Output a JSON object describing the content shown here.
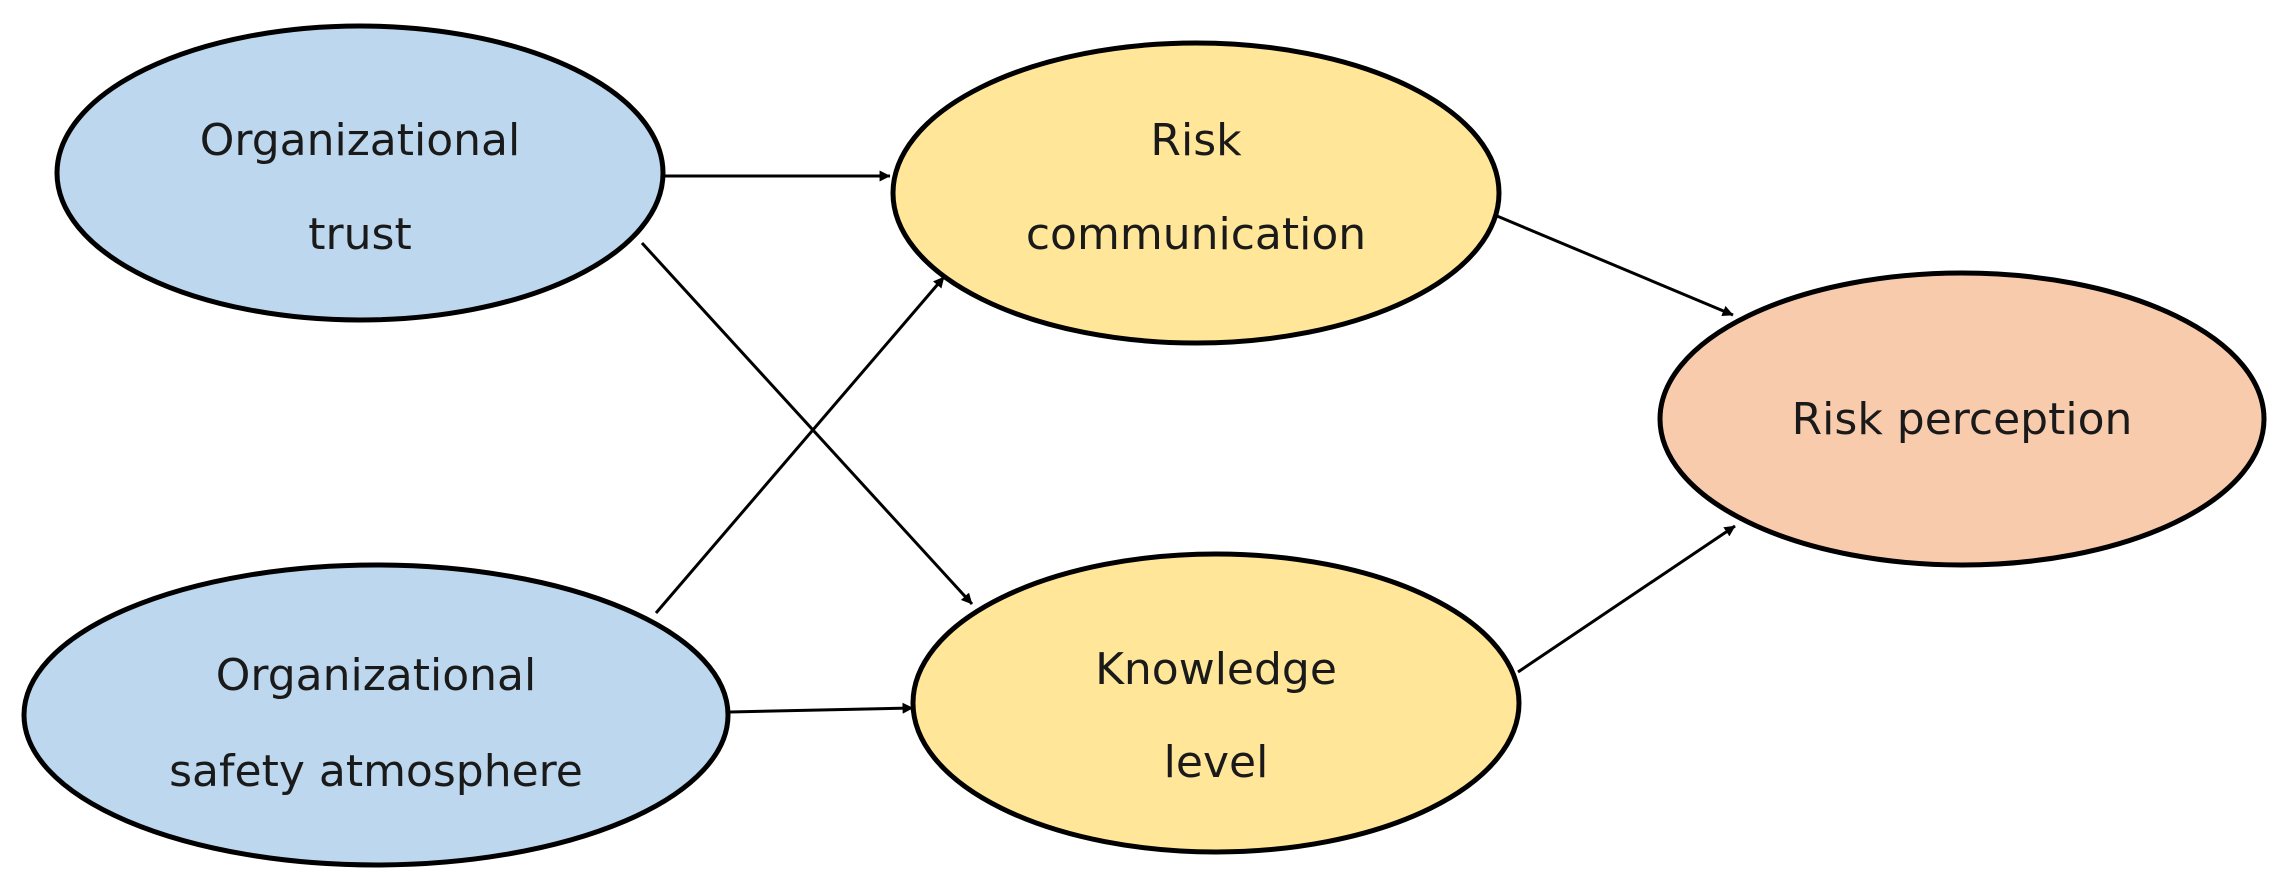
{
  "colors": {
    "antecedent": "#bdd7ee",
    "mediator": "#ffe699",
    "outcome": "#f8cbad",
    "outline": "#000000",
    "arrow": "#000000"
  },
  "nodes": {
    "organizational_trust": {
      "lines": [
        "Organizational",
        "trust"
      ],
      "role": "antecedent"
    },
    "organizational_safety_atmosphere": {
      "lines": [
        "Organizational",
        "safety atmosphere"
      ],
      "role": "antecedent"
    },
    "risk_communication": {
      "lines": [
        "Risk",
        "communication"
      ],
      "role": "mediator"
    },
    "knowledge_level": {
      "lines": [
        "Knowledge",
        "level"
      ],
      "role": "mediator"
    },
    "risk_perception": {
      "lines": [
        "Risk perception"
      ],
      "role": "outcome"
    }
  },
  "edges": [
    {
      "from": "organizational_trust",
      "to": "risk_communication"
    },
    {
      "from": "organizational_trust",
      "to": "knowledge_level"
    },
    {
      "from": "organizational_safety_atmosphere",
      "to": "risk_communication"
    },
    {
      "from": "organizational_safety_atmosphere",
      "to": "knowledge_level"
    },
    {
      "from": "risk_communication",
      "to": "risk_perception"
    },
    {
      "from": "knowledge_level",
      "to": "risk_perception"
    }
  ]
}
